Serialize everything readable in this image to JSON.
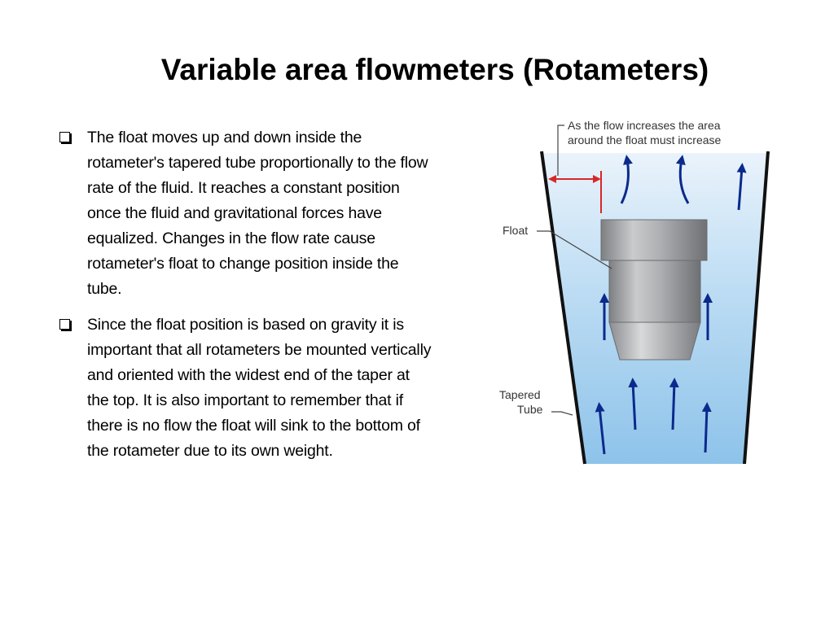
{
  "title": "Variable area flowmeters (Rotameters)",
  "bullets": [
    {
      "text": "The float moves up and down inside the rotameter's tapered tube proportionally to the flow rate of the fluid.  It reaches a constant position once the fluid and gravitational forces have equalized. Changes in the flow rate cause rotameter's float to change position inside the tube."
    },
    {
      "text": "Since the float position is based on gravity it is important that all rotameters be mounted vertically and oriented with the widest end of the taper at the top.  It is also important to remember that if there is no flow the float will sink to the bottom of the rotameter due to its own weight."
    }
  ],
  "diagram": {
    "area_label_line1": "As the flow increases the area",
    "area_label_line2": "around the float must increase",
    "float_label": "Float",
    "tube_label_line1": "Tapered",
    "tube_label_line2": "Tube",
    "colors": {
      "fluid_top": "#eaf3fb",
      "fluid_bottom": "#8ec3ea",
      "arrow": "#0b2a8c",
      "indicator": "#d62828",
      "tube_wall": "#111111"
    }
  }
}
